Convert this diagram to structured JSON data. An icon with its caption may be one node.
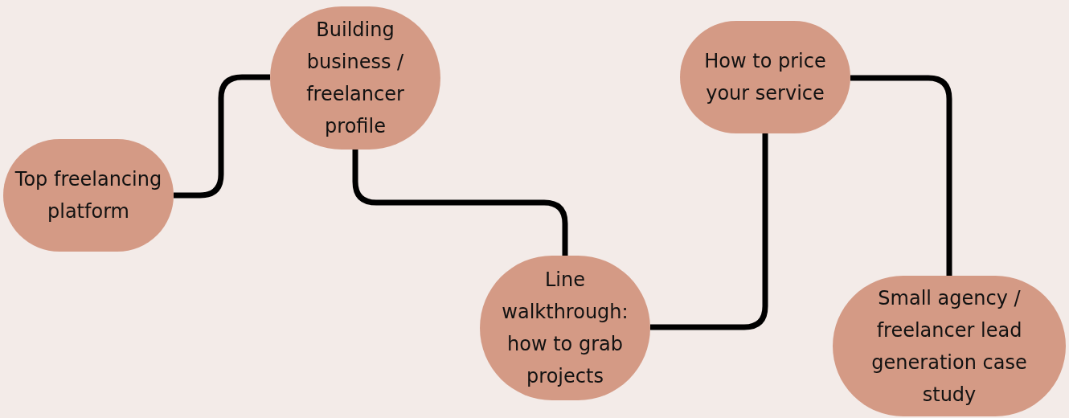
{
  "diagram": {
    "nodes": [
      {
        "text": [
          "Top freelancing platform"
        ]
      },
      {
        "text": [
          "Building business / freelancer profile"
        ]
      },
      {
        "text": [
          "Line walkthrough: how to grab projects"
        ]
      },
      {
        "text": [
          "How to price your service"
        ]
      },
      {
        "text": [
          "Small agency / freelancer lead generation case study"
        ]
      }
    ],
    "edges": [
      {
        "from": 0,
        "to": 1,
        "arrow": "none"
      },
      {
        "from": 1,
        "to": 2,
        "arrow": "none"
      },
      {
        "from": 2,
        "to": 3,
        "arrow": "none"
      },
      {
        "from": 3,
        "to": 4,
        "arrow": "none"
      }
    ]
  }
}
